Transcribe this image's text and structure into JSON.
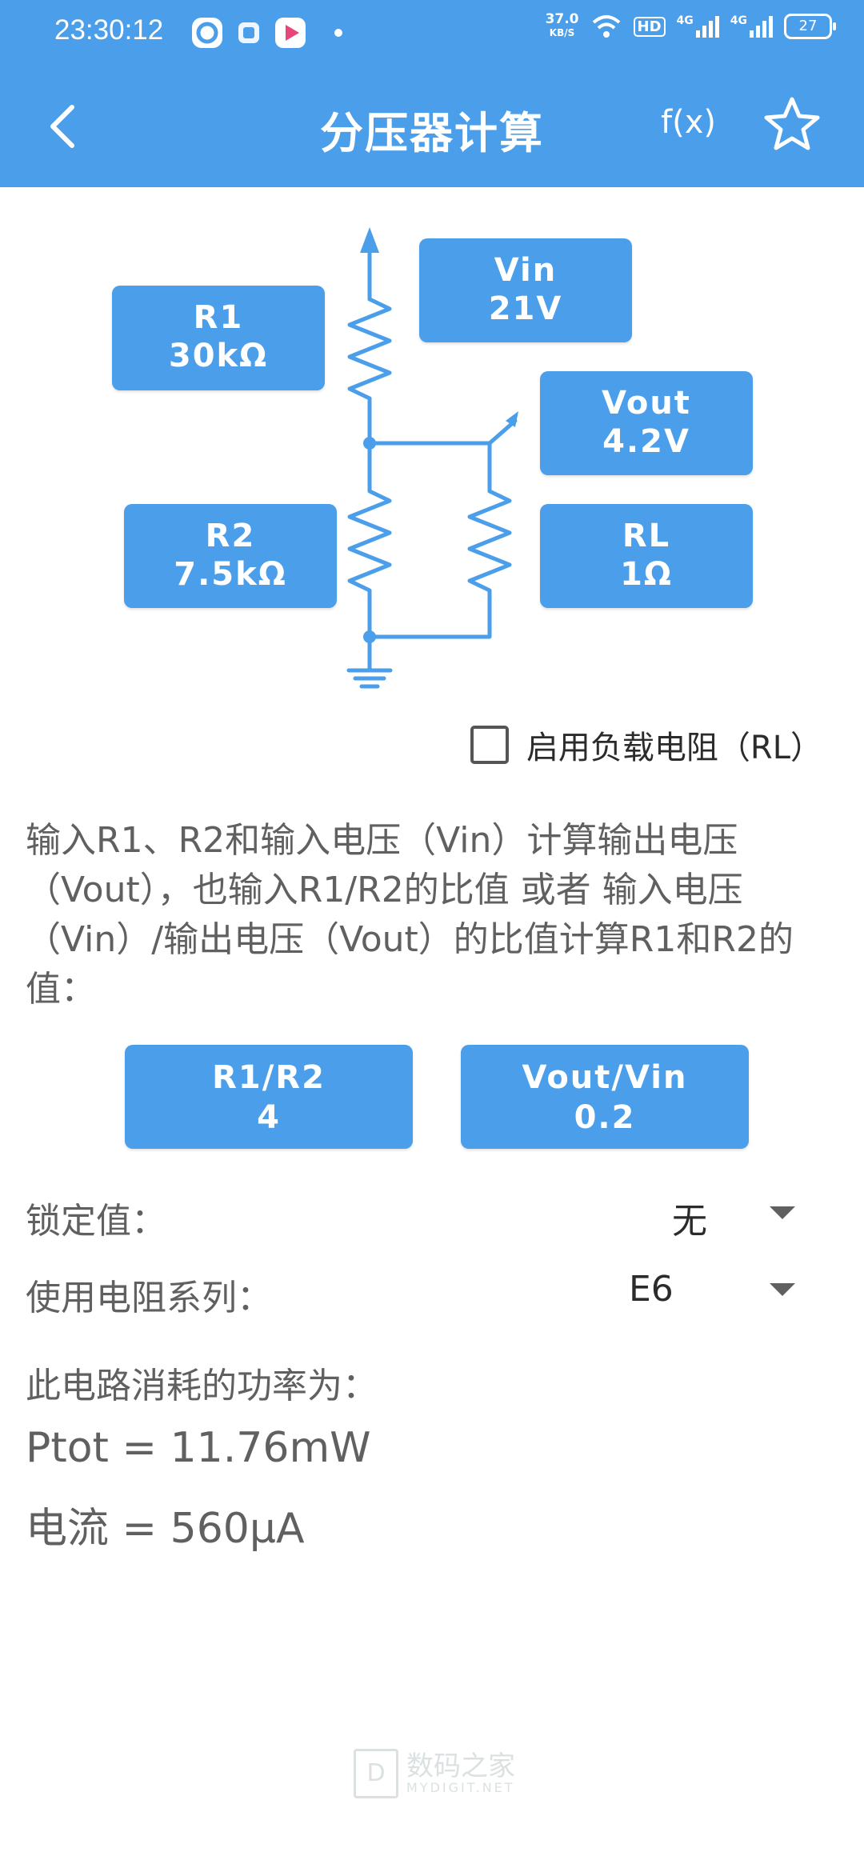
{
  "status_bar": {
    "time": "23:30:12",
    "net_speed": "37.0",
    "net_unit": "KB/S",
    "hd_badge": "HD",
    "signal1": "4G",
    "signal2": "4G",
    "battery": "27"
  },
  "app_bar": {
    "title": "分压器计算",
    "fx_label": "f(x)"
  },
  "diagram": {
    "r1_label": "R1",
    "r1_value": "30kΩ",
    "vin_label": "Vin",
    "vin_value": "21V",
    "vout_label": "Vout",
    "vout_value": "4.2V",
    "r2_label": "R2",
    "r2_value": "7.5kΩ",
    "rl_label": "RL",
    "rl_value": "1Ω"
  },
  "load_checkbox": {
    "label": "启用负载电阻（RL）",
    "checked": false
  },
  "description": "输入R1、R2和输入电压（Vin）计算输出电压（Vout），也输入R1/R2的比值 或者 输入电压（Vin）/输出电压（Vout）的比值计算R1和R2的值：",
  "ratios": {
    "r1r2_label": "R1/R2",
    "r1r2_value": "4",
    "voutvin_label": "Vout/Vin",
    "voutvin_value": "0.2"
  },
  "settings": {
    "lock_label": "锁定值：",
    "lock_value": "无",
    "series_label": "使用电阻系列：",
    "series_value": "E6"
  },
  "power": {
    "label": "此电路消耗的功率为：",
    "ptot": "Ptot = 11.76mW",
    "current": "电流 = 560μA"
  },
  "watermark": {
    "box": "D",
    "text": "数码之家",
    "sub": "MYDIGIT.NET"
  },
  "colors": {
    "primary": "#4a9eea",
    "wire": "#4a9eea",
    "text_secondary": "#606060"
  }
}
